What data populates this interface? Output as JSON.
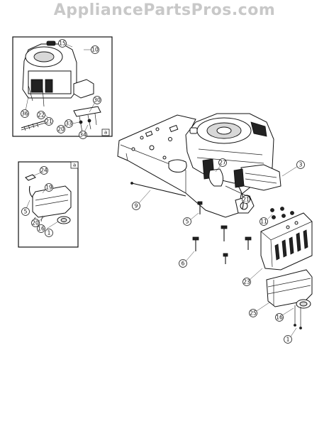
{
  "watermark": "AppliancePartsPros.com",
  "inset_tag": "a",
  "callouts": [
    {
      "id": "c15",
      "label": "15"
    },
    {
      "id": "c10",
      "label": "10"
    },
    {
      "id": "c36",
      "label": "36"
    },
    {
      "id": "c22",
      "label": "22"
    },
    {
      "id": "c21",
      "label": "21"
    },
    {
      "id": "c20a",
      "label": "20"
    },
    {
      "id": "c30",
      "label": "30"
    },
    {
      "id": "c33",
      "label": "33"
    },
    {
      "id": "c34",
      "label": "34"
    },
    {
      "id": "c24",
      "label": "24"
    },
    {
      "id": "c19",
      "label": "19"
    },
    {
      "id": "c5a",
      "label": "5"
    },
    {
      "id": "c20b",
      "label": "20"
    },
    {
      "id": "c16a",
      "label": "16"
    },
    {
      "id": "c1a",
      "label": "1"
    },
    {
      "id": "c9",
      "label": "9"
    },
    {
      "id": "c27",
      "label": "27"
    },
    {
      "id": "c3",
      "label": "3"
    },
    {
      "id": "c21b",
      "label": "21"
    },
    {
      "id": "c5b",
      "label": "5"
    },
    {
      "id": "c11",
      "label": "11"
    },
    {
      "id": "c6",
      "label": "6"
    },
    {
      "id": "c23",
      "label": "23"
    },
    {
      "id": "c25",
      "label": "25"
    },
    {
      "id": "c16b",
      "label": "16"
    },
    {
      "id": "c1b",
      "label": "1"
    }
  ]
}
